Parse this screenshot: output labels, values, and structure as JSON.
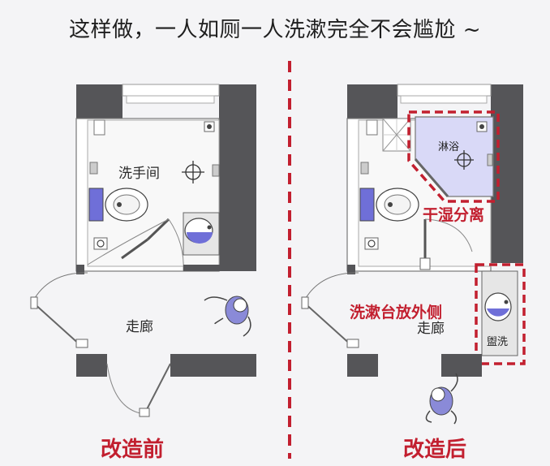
{
  "title": "这样做，一人如厕一人洗漱完全不会尴尬 ~",
  "left_plan": {
    "room_label": "洗手间",
    "hallway_label": "走廊",
    "caption": "改造前"
  },
  "right_plan": {
    "shower_label": "淋浴",
    "dry_wet_label": "干湿分离",
    "washbasin_note": "洗漱台放外侧",
    "hallway_label": "走廊",
    "basin_label": "盥洗",
    "caption": "改造后"
  },
  "colors": {
    "wall": "#555558",
    "accent_red": "#c21f2f",
    "fixture_blue": "#6f6fd8",
    "shower_fill": "#d9d9f7"
  }
}
